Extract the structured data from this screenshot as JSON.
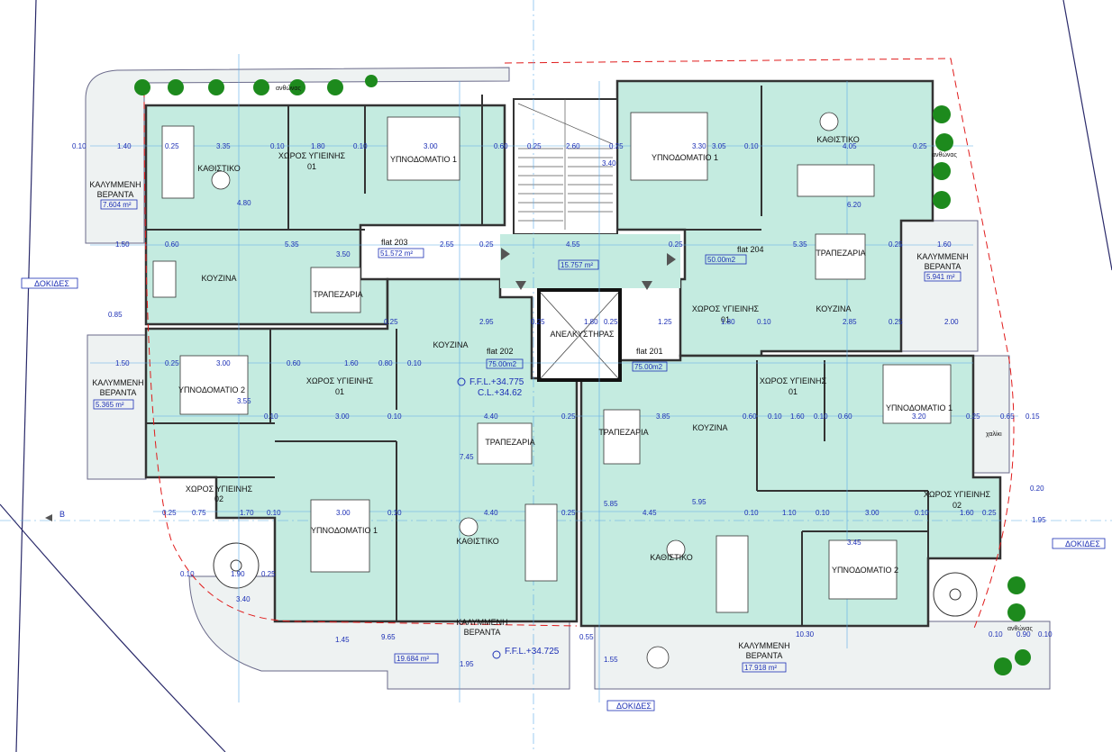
{
  "colors": {
    "room_fill": "#c4ebe0",
    "wall": "#222222",
    "dim_text": "#1c2fb5",
    "grid_line": "#5aa9e6",
    "red_dash": "#e01b1b",
    "terrace_fill": "#eef2f2",
    "plant": "#1d8a1d"
  },
  "rooms": {
    "kathistiko_203": "ΚΑΘΙΣΤΙΚΟ",
    "xoros_ygieinis_203": "ΧΩΡΟΣ ΥΓΙΕΙΝΗΣ",
    "xoros_ygieinis_203_num": "01",
    "ypnodomatio_203": "ΥΠΝΟΔΟΜΑΤΙΟ 1",
    "kouzina_203": "ΚΟΥΖΙΝΑ",
    "trapezaria_203": "ΤΡΑΠΕΖΑΡΙΑ",
    "ypnodomatio_204": "ΥΠΝΟΔΟΜΑΤΙΟ 1",
    "kathistiko_204": "ΚΑΘΙΣΤΙΚΟ",
    "trapezaria_204": "ΤΡΑΠΕΖΑΡΙΑ",
    "kouzina_204": "ΚΟΥΖΙΝΑ",
    "xoros_ygieinis_204": "ΧΩΡΟΣ ΥΓΙΕΙΝΗΣ",
    "xoros_ygieinis_204_num": "01",
    "ypnodomatio2_202": "ΥΠΝΟΔΟΜΑΤΙΟ 2",
    "xoros_ygieinis_202": "ΧΩΡΟΣ ΥΓΙΕΙΝΗΣ",
    "xoros_ygieinis_202_num": "01",
    "kouzina_202": "ΚΟΥΖΙΝΑ",
    "trapezaria_202": "ΤΡΑΠΕΖΑΡΙΑ",
    "xoros_ygieinis_202b": "ΧΩΡΟΣ ΥΓΙΕΙΝΗΣ",
    "xoros_ygieinis_202b_num": "02",
    "ypnodomatio1_202": "ΥΠΝΟΔΟΜΑΤΙΟ 1",
    "kathistiko_202": "ΚΑΘΙΣΤΙΚΟ",
    "trapezaria_201": "ΤΡΑΠΕΖΑΡΙΑ",
    "kouzina_201": "ΚΟΥΖΙΝΑ",
    "xoros_ygieinis_201": "ΧΩΡΟΣ ΥΓΙΕΙΝΗΣ",
    "xoros_ygieinis_201_num": "01",
    "ypnodomatio1_201": "ΥΠΝΟΔΟΜΑΤΙΟ 1",
    "xoros_ygieinis_201b": "ΧΩΡΟΣ ΥΓΙΕΙΝΗΣ",
    "xoros_ygieinis_201b_num": "02",
    "kathistiko_201": "ΚΑΘΙΣΤΙΚΟ",
    "ypnodomatio2_201": "ΥΠΝΟΔΟΜΑΤΙΟ 2",
    "anelkystiras": "ΑΝΕΛΚΥΣΤΗΡΑΣ"
  },
  "verandas": {
    "v1_line1": "ΚΑΛΥΜΜΕΝΗ",
    "v1_line2": "ΒΕΡΑΝΤΑ",
    "v1_area": "7.604 m²",
    "v2_line1": "ΚΑΛΥΜΜΕΝΗ",
    "v2_line2": "ΒΕΡΑΝΤΑ",
    "v2_area": "5.941 m²",
    "v3_line1": "ΚΑΛΥΜΜΕΝΗ",
    "v3_line2": "ΒΕΡΑΝΤΑ",
    "v3_area": "5.365 m²",
    "v4_line1": "ΚΑΛΥΜΜΕΝΗ",
    "v4_line2": "ΒΕΡΑΝΤΑ",
    "v4_area": "19.684 m²",
    "v5_line1": "ΚΑΛΥΜΜΕΝΗ",
    "v5_line2": "ΒΕΡΑΝΤΑ",
    "v5_area": "17.918 m²"
  },
  "flats": {
    "f203_name": "flat 203",
    "f203_area": "51.572 m²",
    "f204_name": "flat 204",
    "f204_area": "50.00m2",
    "f202_name": "flat 202",
    "f202_area": "75.00m2",
    "f201_name": "flat 201",
    "f201_area": "75.00m2",
    "stair_area": "15.757 m²"
  },
  "levels": {
    "ffl1": "F.F.L.+34.775",
    "cl": "C.L.+34.62",
    "ffl2": "F.F.L.+34.725"
  },
  "annotations": {
    "dokides_left": "ΔΟΚΙΔΕΣ",
    "dokides_right": "ΔΟΚΙΔΕΣ",
    "dokides_bottom": "ΔΟΚΙΔΕΣ",
    "axis_b": "B",
    "plant_1": "ανθώνας",
    "plant_2": "ανθώνας",
    "plant_3": "ανθώνας",
    "pebbles": "χαλίκι"
  },
  "dimensions": [
    "0.10",
    "1.40",
    "0.25",
    "3.35",
    "0.10",
    "1.80",
    "0.10",
    "3.00",
    "0.60",
    "0.25",
    "2.60",
    "0.25",
    "3.30",
    "0.10",
    "4.05",
    "0.25",
    "4.80",
    "0.60",
    "3.50",
    "5.35",
    "2.55",
    "0.25",
    "4.55",
    "0.25",
    "5.35",
    "0.25",
    "1.60",
    "1.50",
    "0.85",
    "0.25",
    "2.95",
    "0.25",
    "1.80",
    "0.25",
    "1.25",
    "1.80",
    "0.10",
    "2.85",
    "0.25",
    "2.00",
    "1.50",
    "0.25",
    "3.00",
    "0.60",
    "1.60",
    "0.80",
    "0.10",
    "3.55",
    "0.10",
    "3.00",
    "0.10",
    "4.40",
    "0.25",
    "3.85",
    "0.60",
    "0.10",
    "1.60",
    "0.10",
    "0.60",
    "3.20",
    "0.25",
    "0.65",
    "0.15",
    "7.45",
    "5.85",
    "5.95",
    "6.20",
    "3.40",
    "3.05",
    "0.25",
    "0.75",
    "1.70",
    "0.10",
    "3.00",
    "0.10",
    "4.40",
    "0.25",
    "4.45",
    "0.10",
    "1.10",
    "0.10",
    "3.00",
    "0.10",
    "1.60",
    "0.25",
    "1.90",
    "0.25",
    "0.10",
    "3.40",
    "1.45",
    "9.65",
    "1.95",
    "0.55",
    "1.55",
    "10.30",
    "3.45",
    "0.10",
    "0.90",
    "0.10",
    "0.20",
    "1.95"
  ]
}
